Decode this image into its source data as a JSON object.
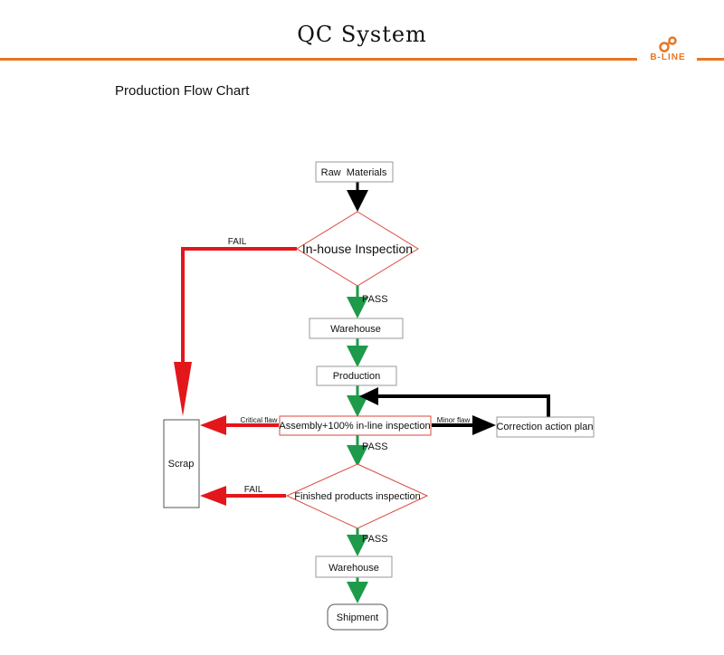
{
  "header": {
    "title": "QC System",
    "logo_text": "B-LINE"
  },
  "page": {
    "subtitle": "Production Flow Chart"
  },
  "nodes": {
    "raw_materials": "Raw  Materials",
    "in_house_inspection": "In-house Inspection",
    "warehouse_1": "Warehouse",
    "production": "Production",
    "assembly": "Assembly+100% in-line inspection",
    "correction": "Correction action plan",
    "scrap": "Scrap",
    "finished_inspection": "Finished products inspection",
    "warehouse_2": "Warehouse",
    "shipment": "Shipment"
  },
  "edges": {
    "fail_1": "FAIL",
    "pass_1": "PASS",
    "critical_flaw": "Critical flaw",
    "minor_flaw": "Minor flaw",
    "pass_2": "PASS",
    "fail_2": "FAIL",
    "pass_3": "PASS"
  },
  "colors": {
    "accent": "#e87722",
    "fail": "#e3161b",
    "pass": "#1d9a4a",
    "flow": "#000000",
    "node_border": "#d94a3f"
  }
}
